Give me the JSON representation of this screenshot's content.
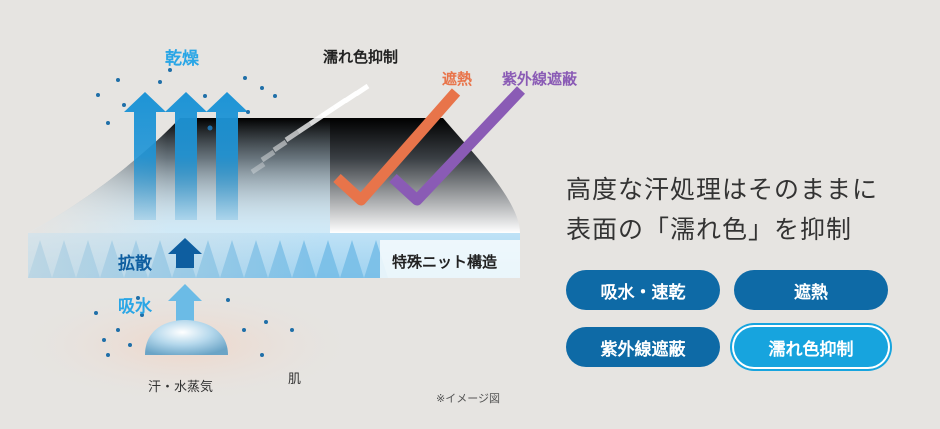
{
  "labels": {
    "dry": "乾燥",
    "diffusion": "拡散",
    "absorption": "吸水",
    "wet_suppression": "濡れ色抑制",
    "heat_shield": "遮熱",
    "uv_shield": "紫外線遮蔽",
    "knit_structure": "特殊ニット構造",
    "sweat": "汗・水蒸気",
    "skin": "肌",
    "image_note": "※イメージ図"
  },
  "headline": {
    "line1": "高度な汗処理はそのままに",
    "line2": "表面の「濡れ色」を抑制"
  },
  "features": [
    {
      "label": "吸水・速乾",
      "active": false
    },
    {
      "label": "遮熱",
      "active": false
    },
    {
      "label": "紫外線遮蔽",
      "active": false
    },
    {
      "label": "濡れ色抑制",
      "active": true
    }
  ],
  "colors": {
    "accent_blue": "#2aa6e6",
    "pill_blue": "#0e6aa6",
    "pill_active": "#17a4de",
    "orange": "#e8744a",
    "purple": "#8a5bb5"
  }
}
